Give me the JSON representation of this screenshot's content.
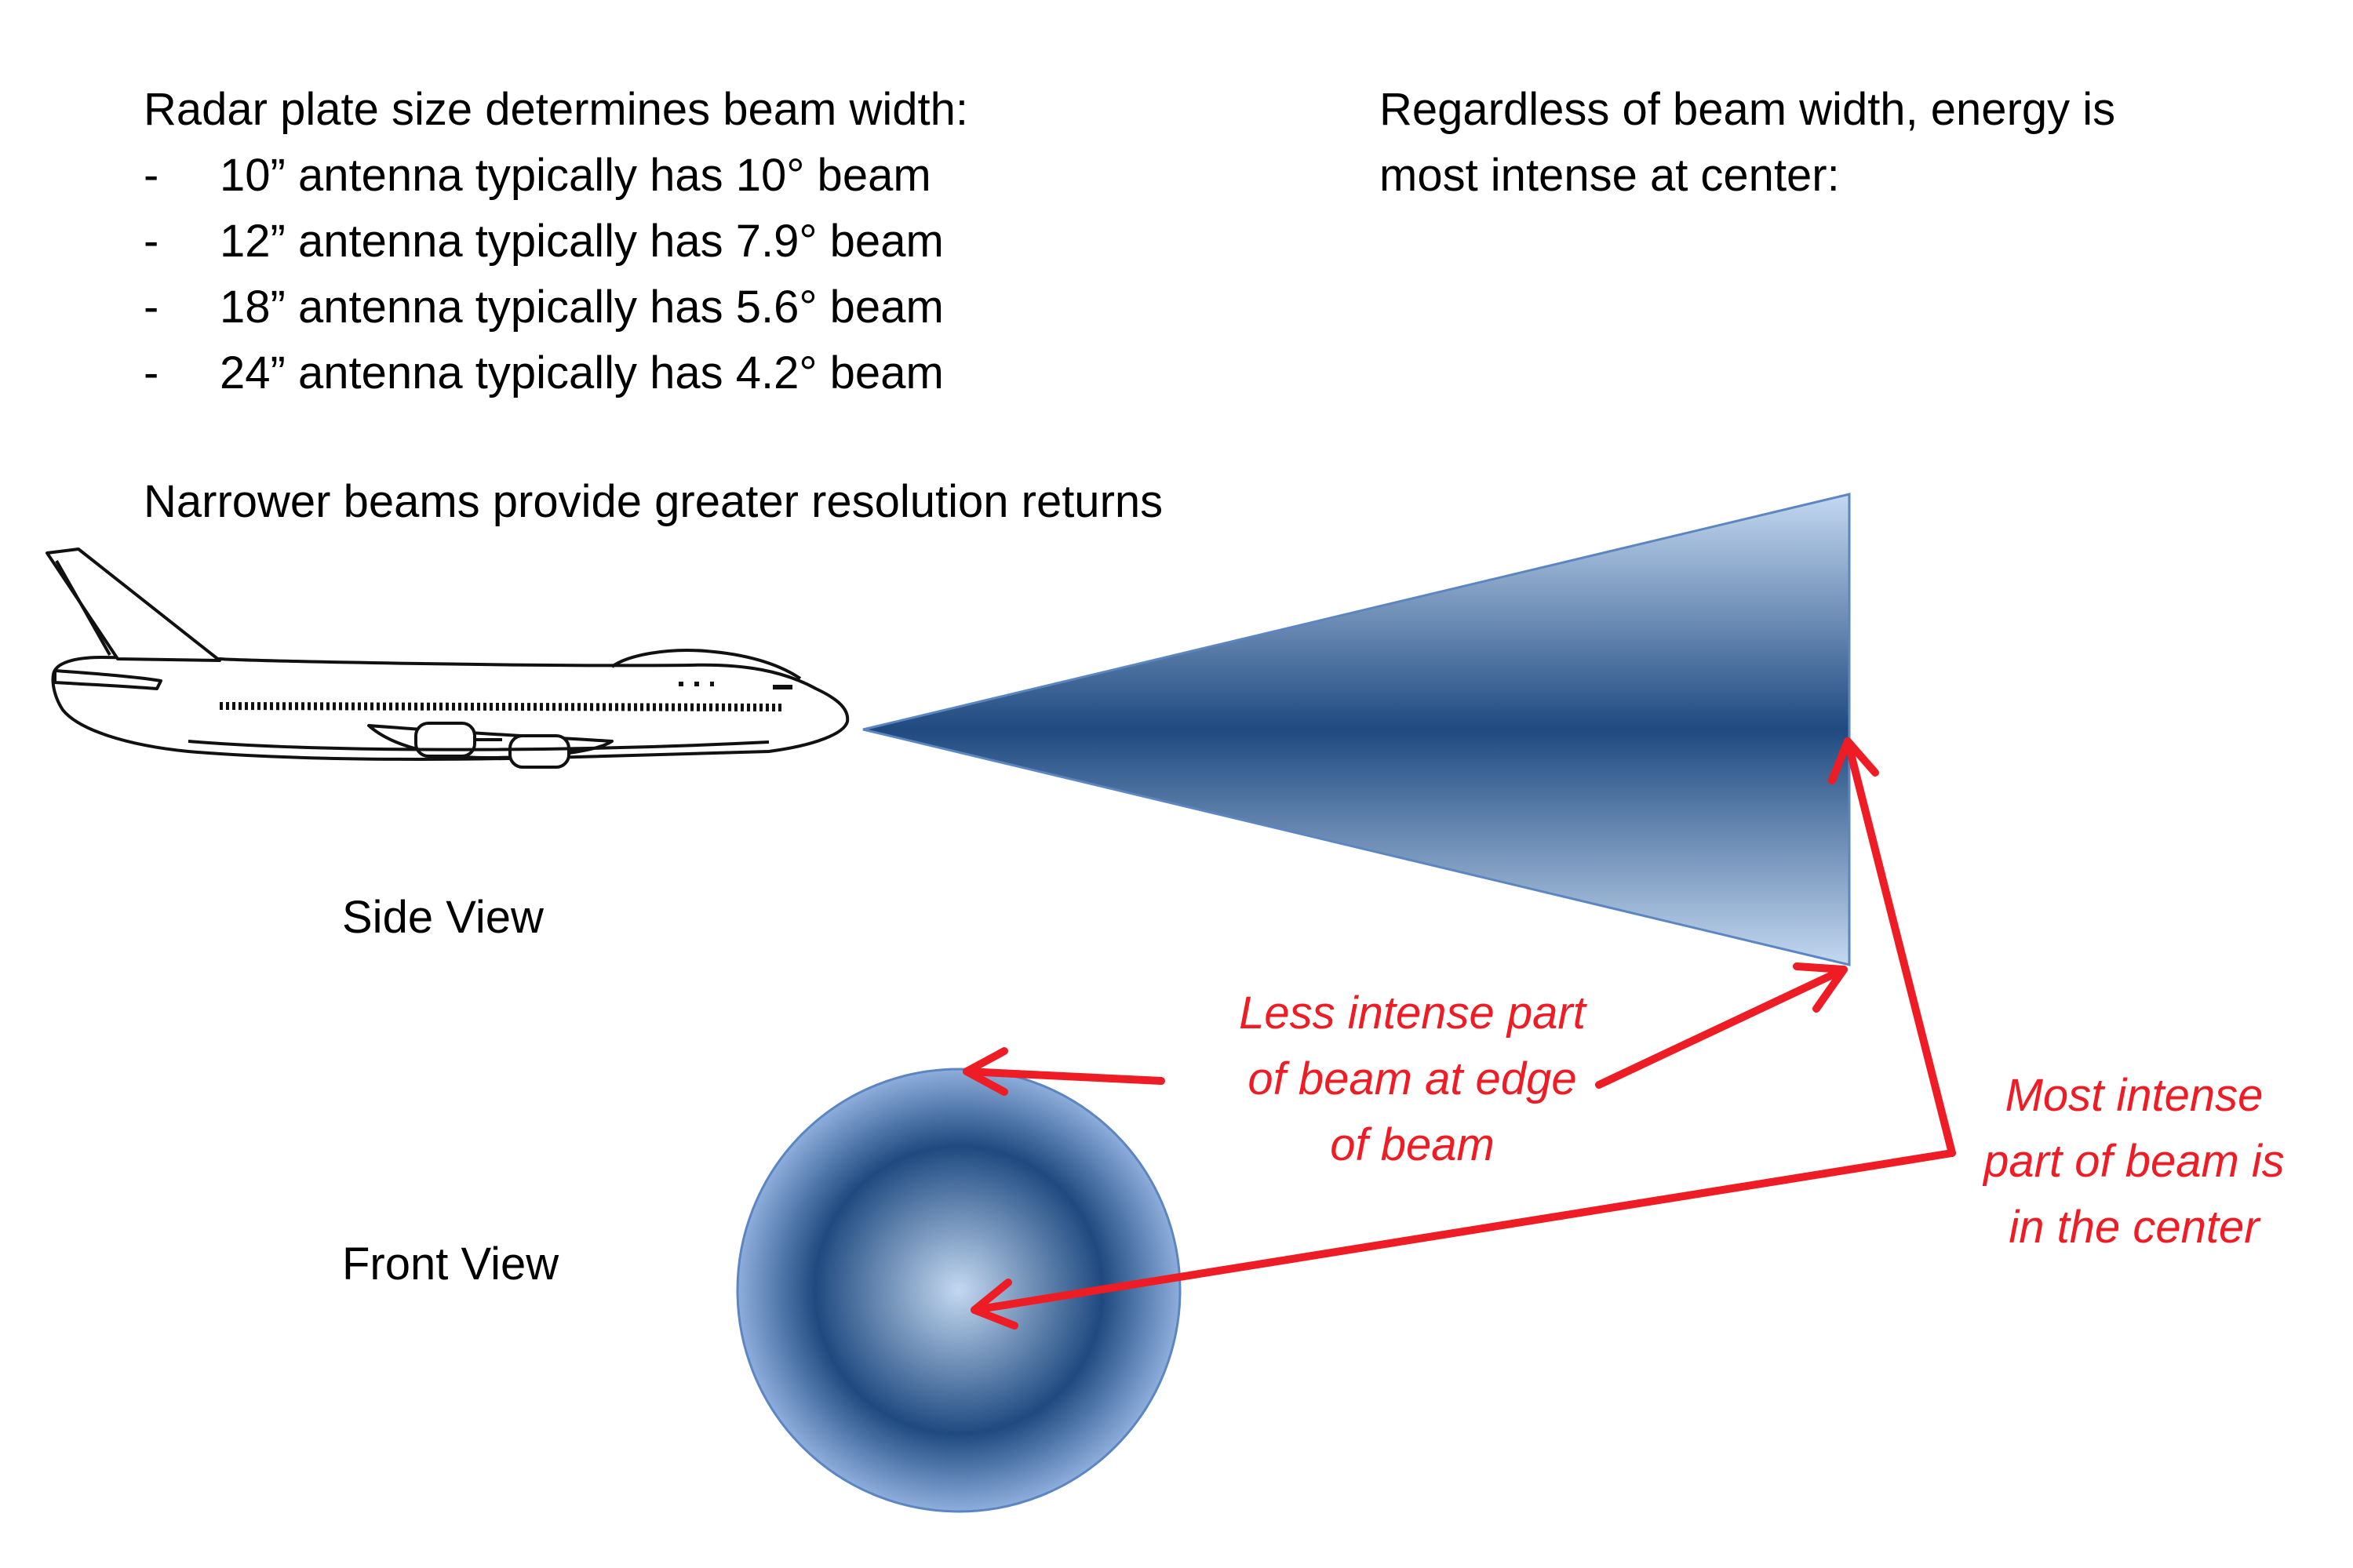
{
  "left_text": {
    "heading": "Radar plate size determines beam width:",
    "bullets": [
      {
        "dash": "-",
        "text": "10” antenna typically has 10° beam"
      },
      {
        "dash": "-",
        "text": "12” antenna typically has 7.9° beam"
      },
      {
        "dash": "-",
        "text": "18” antenna typically has 5.6° beam"
      },
      {
        "dash": "-",
        "text": "24” antenna typically has 4.2° beam"
      }
    ],
    "narrower": "Narrower beams provide greater resolution returns"
  },
  "right_text": {
    "line1": "Regardless of beam width, energy is",
    "line2": "most intense at center:"
  },
  "labels": {
    "side_view": "Side View",
    "front_view": "Front View"
  },
  "annotations": {
    "less_intense": [
      "Less intense part",
      "of beam at edge",
      "of beam"
    ],
    "most_intense": [
      "Most intense",
      "part of beam is",
      "in the center"
    ]
  },
  "colors": {
    "beam_dark": "#1f4a80",
    "beam_light": "#bfd4ee",
    "beam_outline": "#5b86c2",
    "annotation_red": "#ee1c24"
  }
}
